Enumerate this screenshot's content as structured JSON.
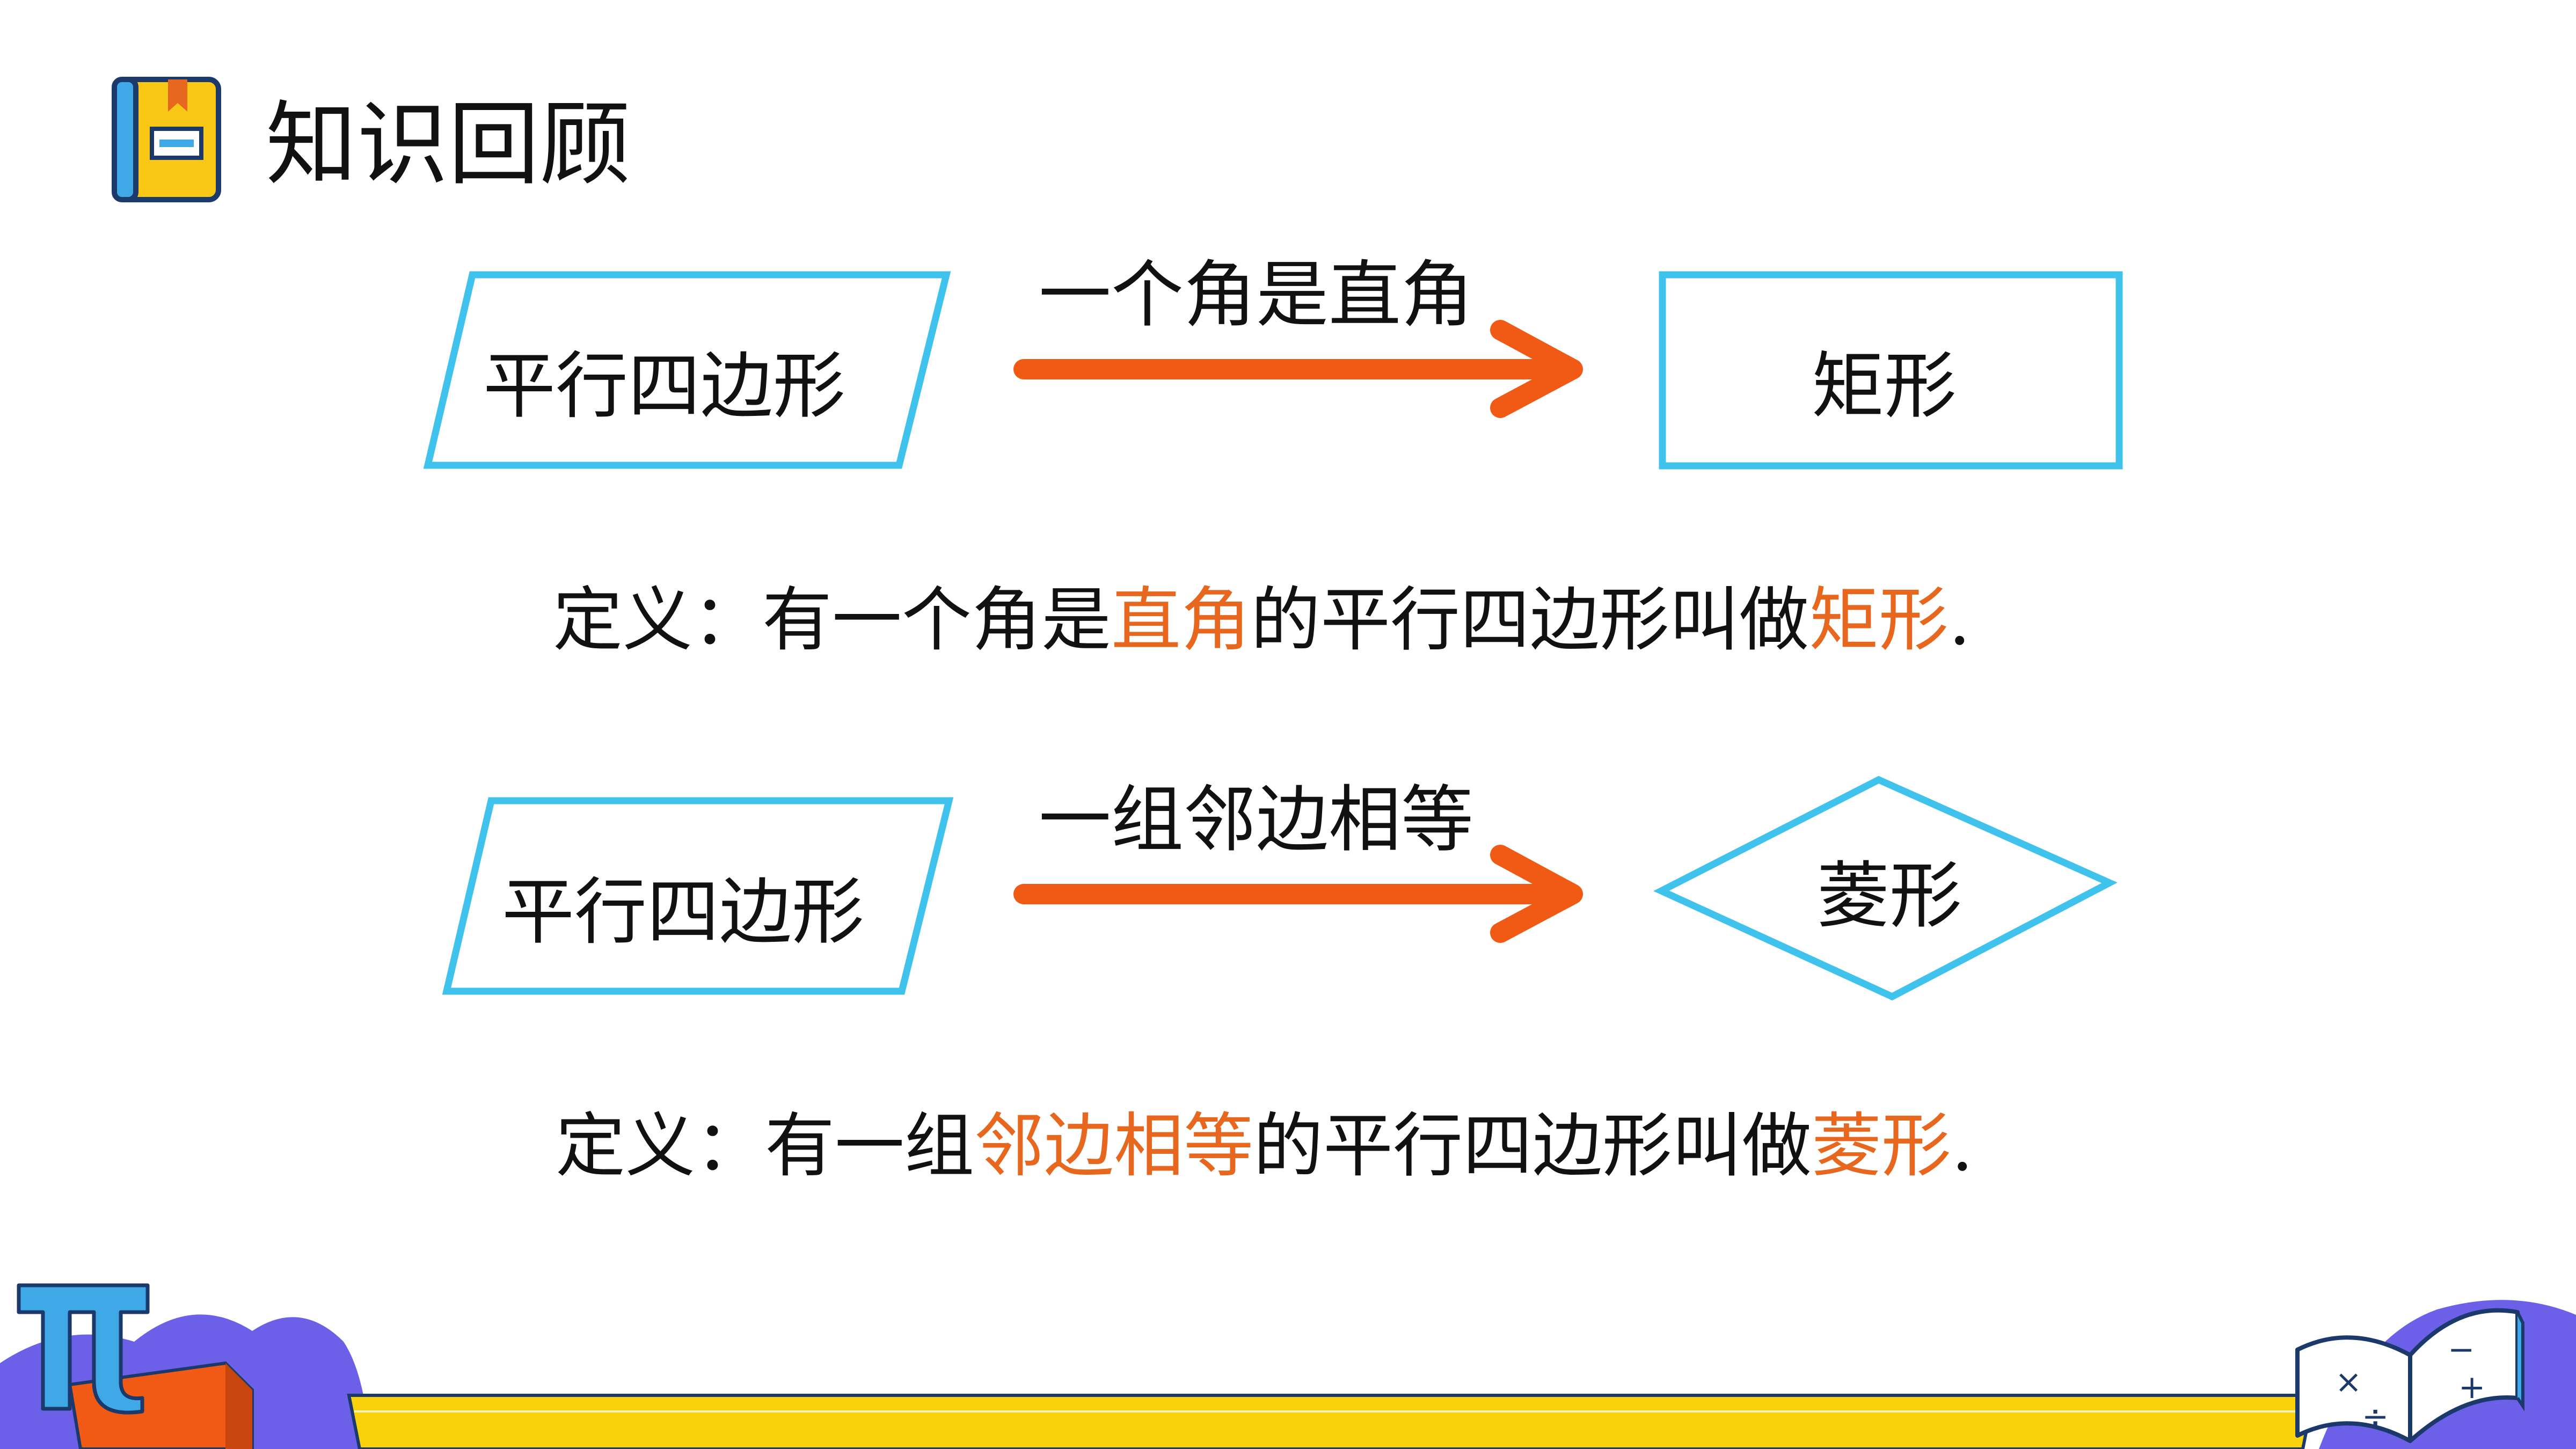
{
  "header": {
    "title": "知识回顾",
    "icon": "book-icon"
  },
  "row1": {
    "left_shape_label": "平行四边形",
    "condition": "一个角是直角",
    "right_shape_label": "矩形"
  },
  "def1": {
    "prefix": "定义：有一个角是",
    "hl1": "直角",
    "middle": "的平行四边形叫做",
    "hl2": "矩形",
    "suffix": "."
  },
  "row2": {
    "left_shape_label": "平行四边形",
    "condition": "一组邻边相等",
    "right_shape_label": "菱形"
  },
  "def2": {
    "prefix": "定义：有一组",
    "hl1": "邻边相等",
    "middle": "的平行四边形叫做",
    "hl2": "菱形",
    "suffix": "."
  },
  "decor": {
    "left": "pi-symbol-icon",
    "right": "open-book-icon"
  },
  "colors": {
    "shape_stroke": "#3fc3ec",
    "arrow": "#f05a14",
    "highlight": "#e8671e",
    "band": "#f9d20b",
    "purple": "#6c5fe8"
  }
}
